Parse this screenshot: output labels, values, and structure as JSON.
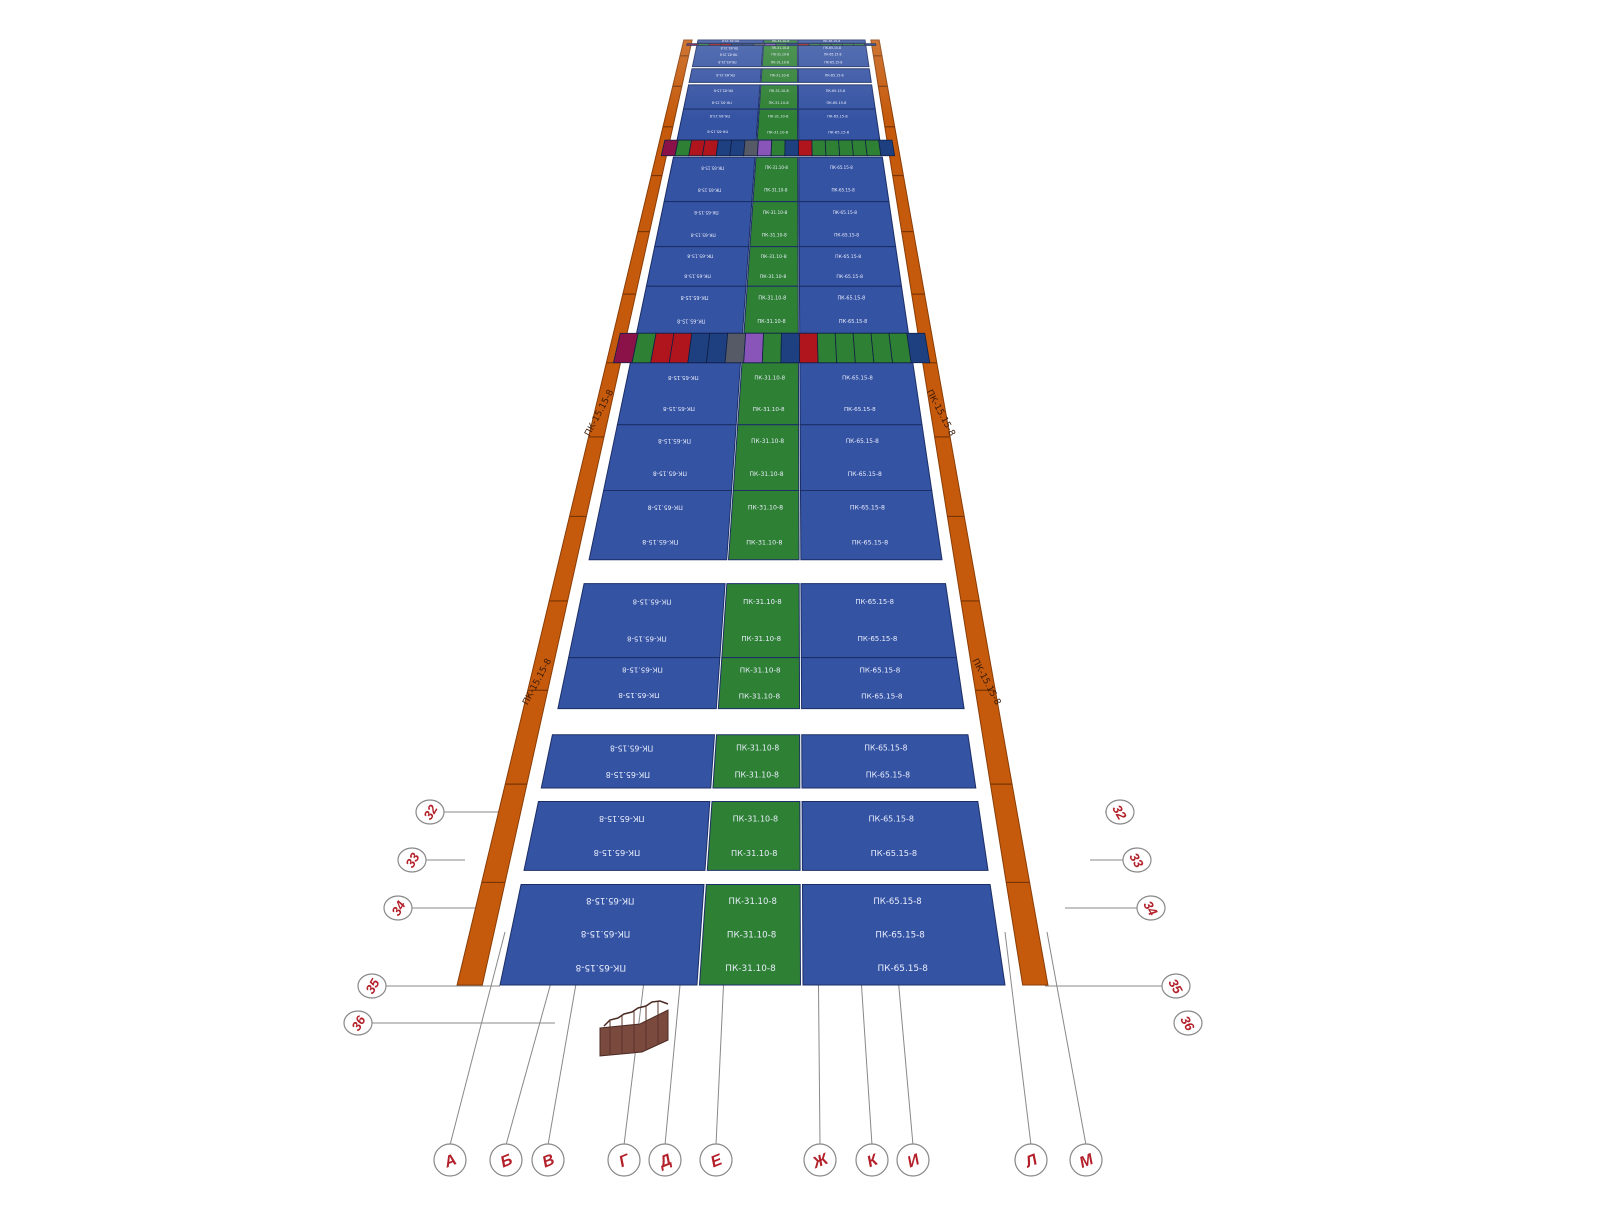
{
  "axes": {
    "letters": [
      "А",
      "Б",
      "В",
      "Г",
      "Д",
      "Е",
      "Ж",
      "К",
      "И",
      "Л",
      "М"
    ],
    "numbers": [
      "32",
      "33",
      "34",
      "35",
      "36"
    ]
  },
  "labels": {
    "slab_wide": "ПК-65.15-8",
    "slab_narrow": "ПК-31.10-8",
    "beam": "ПК-15.15-8"
  },
  "colors": {
    "slab_blue": "#3553a3",
    "slab_green": "#2e8034",
    "beam_orange": "#c55a0c",
    "band_red": "#b0141c",
    "band_purple": "#8a55b8",
    "band_magenta": "#8a1248",
    "band_navy": "#1e3f80",
    "band_gray": "#555a66",
    "axis_red": "#b3202a",
    "stair_brown": "#7a4a3e"
  },
  "icons": {
    "stair": "stair-block-icon"
  }
}
